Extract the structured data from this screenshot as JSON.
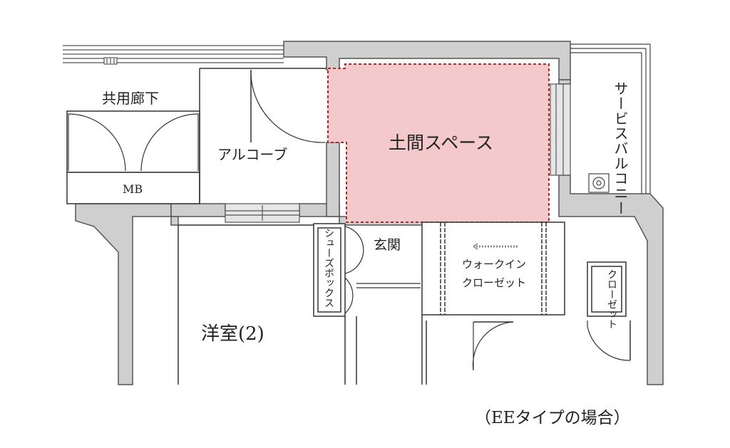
{
  "labels": {
    "common_corridor": "共用廊下",
    "mb": "MB",
    "alcove": "アルコーブ",
    "doma_space": "土間スペース",
    "service_balcony": "サービスバルコニー",
    "shoe_box": "シューズボックス",
    "entrance": "玄関",
    "walk_in_closet_line1": "ウォークイン",
    "walk_in_closet_line2": "クローゼット",
    "closet": "クローゼット",
    "western_room": "洋室(2)",
    "type_note": "（EEタイプの場合）"
  },
  "colors": {
    "wall_fill": "#cfcfcf",
    "wall_stroke": "#555555",
    "highlight_fill": "#f3c9cb",
    "highlight_border": "#b02a2a",
    "line": "#333333",
    "window_fill": "#e6e6e6"
  }
}
